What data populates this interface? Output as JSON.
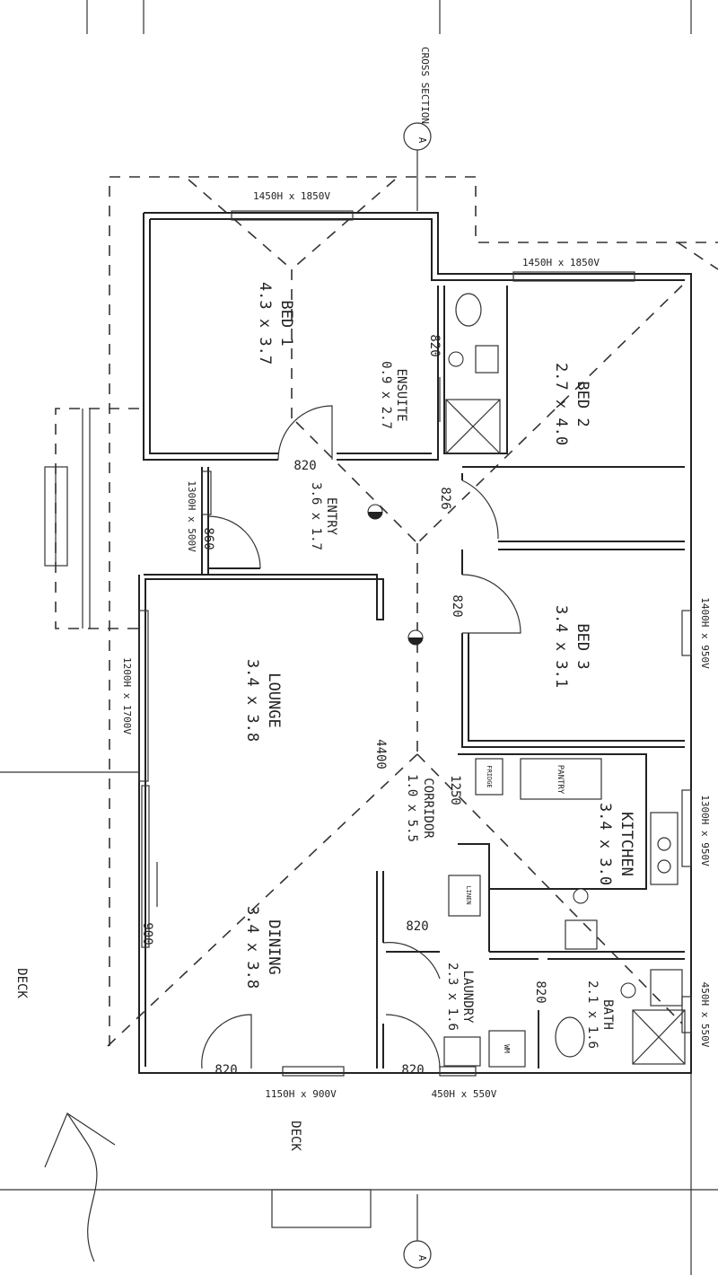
{
  "title": "Floor plan",
  "section_marker": {
    "label": "CROSS SECTION",
    "letter": "A"
  },
  "rooms": [
    {
      "name": "BED 1",
      "size": "4.3 x 3.7"
    },
    {
      "name": "ENSUITE",
      "size": "0.9 x 2.7"
    },
    {
      "name": "BED 2",
      "size": "2.7 x 4.0"
    },
    {
      "name": "ENTRY",
      "size": "3.6 x 1.7"
    },
    {
      "name": "BED 3",
      "size": "3.4 x 3.1"
    },
    {
      "name": "LOUNGE",
      "size": "3.4 x 3.8"
    },
    {
      "name": "CORRIDOR",
      "size": "1.0 x 5.5"
    },
    {
      "name": "KITCHEN",
      "size": "3.4 x 3.0"
    },
    {
      "name": "DINING",
      "size": "3.4 x 3.8"
    },
    {
      "name": "LAUNDRY",
      "size": "2.3 x 1.6"
    },
    {
      "name": "BATH",
      "size": "2.1 x 1.6"
    }
  ],
  "windows": [
    "1450H x 1850V",
    "1450H x 1850V",
    "1300H x 500V",
    "1200H x 1700V",
    "1400H x 950V",
    "1300H x 950V",
    "450H x 550V",
    "1150H x 900V",
    "450H x 550V"
  ],
  "doors": [
    "820",
    "826",
    "820",
    "820",
    "860",
    "820",
    "820",
    "820",
    "820",
    "900"
  ],
  "dimensions": [
    "4400",
    "1250"
  ],
  "fixtures": {
    "pantry": "PANTRY",
    "fridge": "FRIDGE",
    "linen": "LINEN",
    "washer": "WM"
  },
  "outdoor": [
    "DECK",
    "DECK"
  ]
}
